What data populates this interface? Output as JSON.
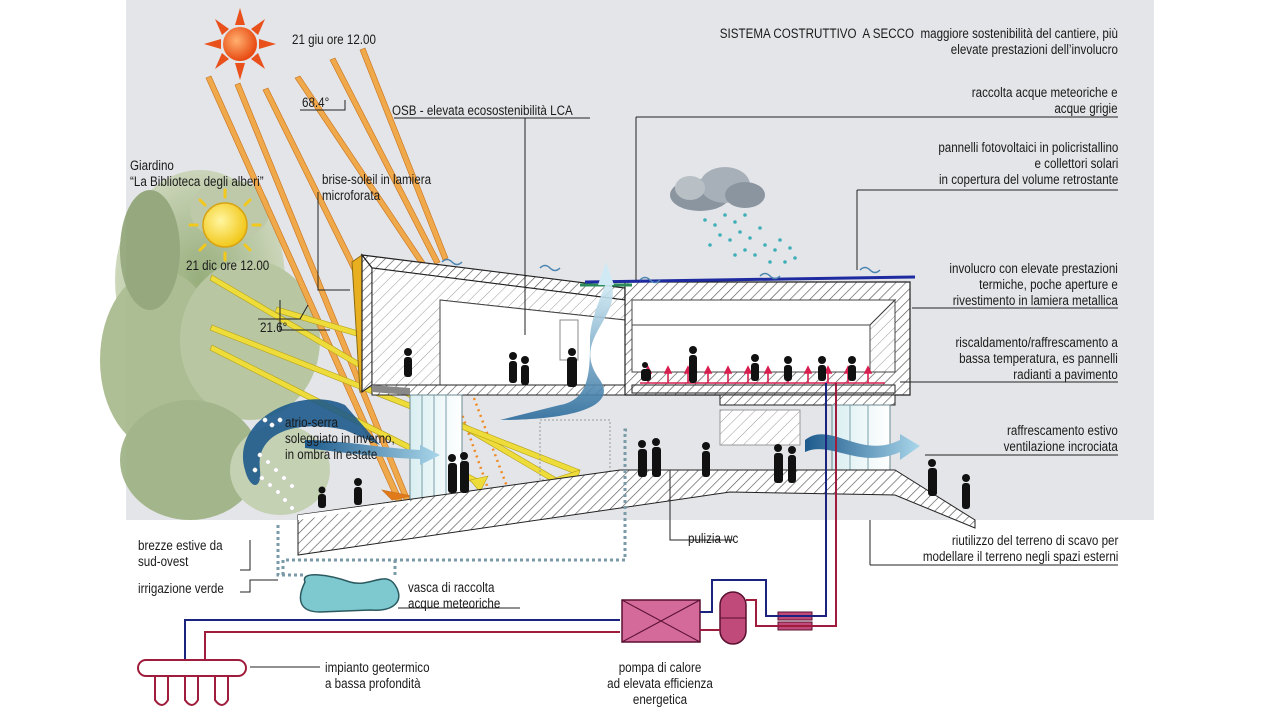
{
  "labels": {
    "sun_summer": "21 giu ore 12.00",
    "angle_summer": "68.4°",
    "osb": "OSB - elevata ecosostenibilità LCA",
    "sistema": "SISTEMA COSTRUTTIVO  A SECCO  maggiore sostenibilità del cantiere, più\nelevate prestazioni dell’involucro",
    "raccolta": "raccolta acque meteoriche e\nacque grigie",
    "pannelli_fv": "pannelli fotovoltaici in policristallino\ne collettori solari\nin copertura del volume retrostante",
    "giardino": "Giardino\n“La Biblioteca degli alberi”",
    "brise": "brise-soleil in lamiera\nmicroforata",
    "sun_winter": "21 dic ore 12.00",
    "angle_winter": "21.6°",
    "involucro": "involucro con elevate prestazioni\ntermiche, poche aperture e\nrivestimento in lamiera metallica",
    "riscaldamento": "riscaldamento/raffrescamento a\nbassa temperatura, es pannelli\nradianti a pavimento",
    "atrio": "atrio-serra\nsoleggiato in inverno,\nin ombra in estate",
    "raffrescamento": "raffrescamento estivo\nventilazione incrociata",
    "pulizia": "pulizia wc",
    "brezze": "brezze estive da\nsud-ovest",
    "riutilizzo": "riutilizzo del terreno di scavo per\nmodellare il terreno negli spazi esterni",
    "irrigazione": "irrigazione verde",
    "vasca": "vasca di raccolta\nacque meteoriche",
    "geotermico": "impianto geotermico\na bassa profondità",
    "pompa": "pompa di calore\nad elevata efficienza\nenergetica"
  },
  "colors": {
    "sky": "#e4e5e8",
    "sun": "#e8501c",
    "sun_winter": "#f2c81c",
    "ray_summer": "#f0a94a",
    "ray_winter": "#eedc3a",
    "airflow": "#3c7fb0",
    "water": "#7ec9d0",
    "pipe_hot": "#a01c3c",
    "pipe_cold": "#1a237e",
    "roof_line": "#1e2aa0",
    "radiant": "#d82050"
  }
}
